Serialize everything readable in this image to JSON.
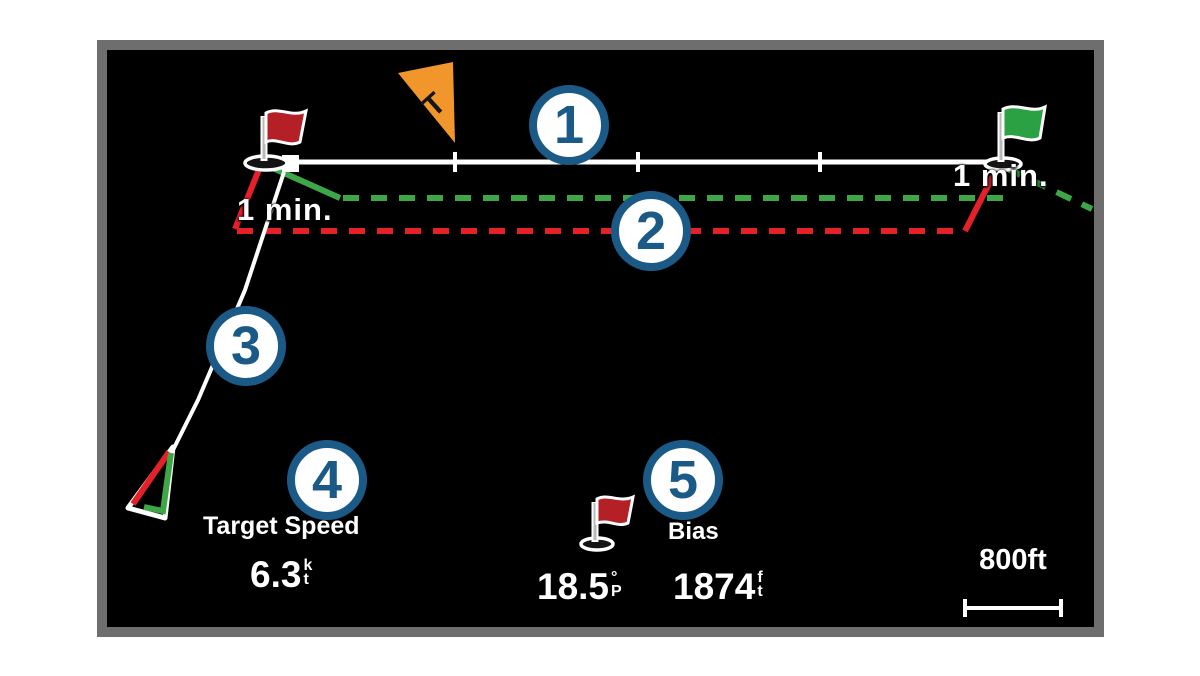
{
  "map": {
    "wind_indicator": {
      "letter": "T"
    },
    "time_markers": {
      "left": "1 min.",
      "right": "1 min."
    },
    "callouts": [
      {
        "label": "1"
      },
      {
        "label": "2"
      },
      {
        "label": "3"
      },
      {
        "label": "4"
      },
      {
        "label": "5"
      }
    ],
    "fields": {
      "target_speed": {
        "label": "Target Speed",
        "value": "6.3",
        "unit_top": "k",
        "unit_bottom": "t"
      },
      "bias": {
        "label": "Bias",
        "angle_value": "18.5",
        "angle_unit_top": "°",
        "angle_unit_bottom": "P",
        "distance_value": "1874",
        "distance_unit_top": "f",
        "distance_unit_bottom": "t"
      }
    },
    "scale": {
      "label": "800ft"
    },
    "colors": {
      "accent_blue": "#1b5a87",
      "line_red": "#e52029",
      "line_green": "#3da748",
      "flag_red": "#b51f26",
      "flag_green": "#2ba144",
      "arrow_orange": "#f0962b"
    }
  }
}
